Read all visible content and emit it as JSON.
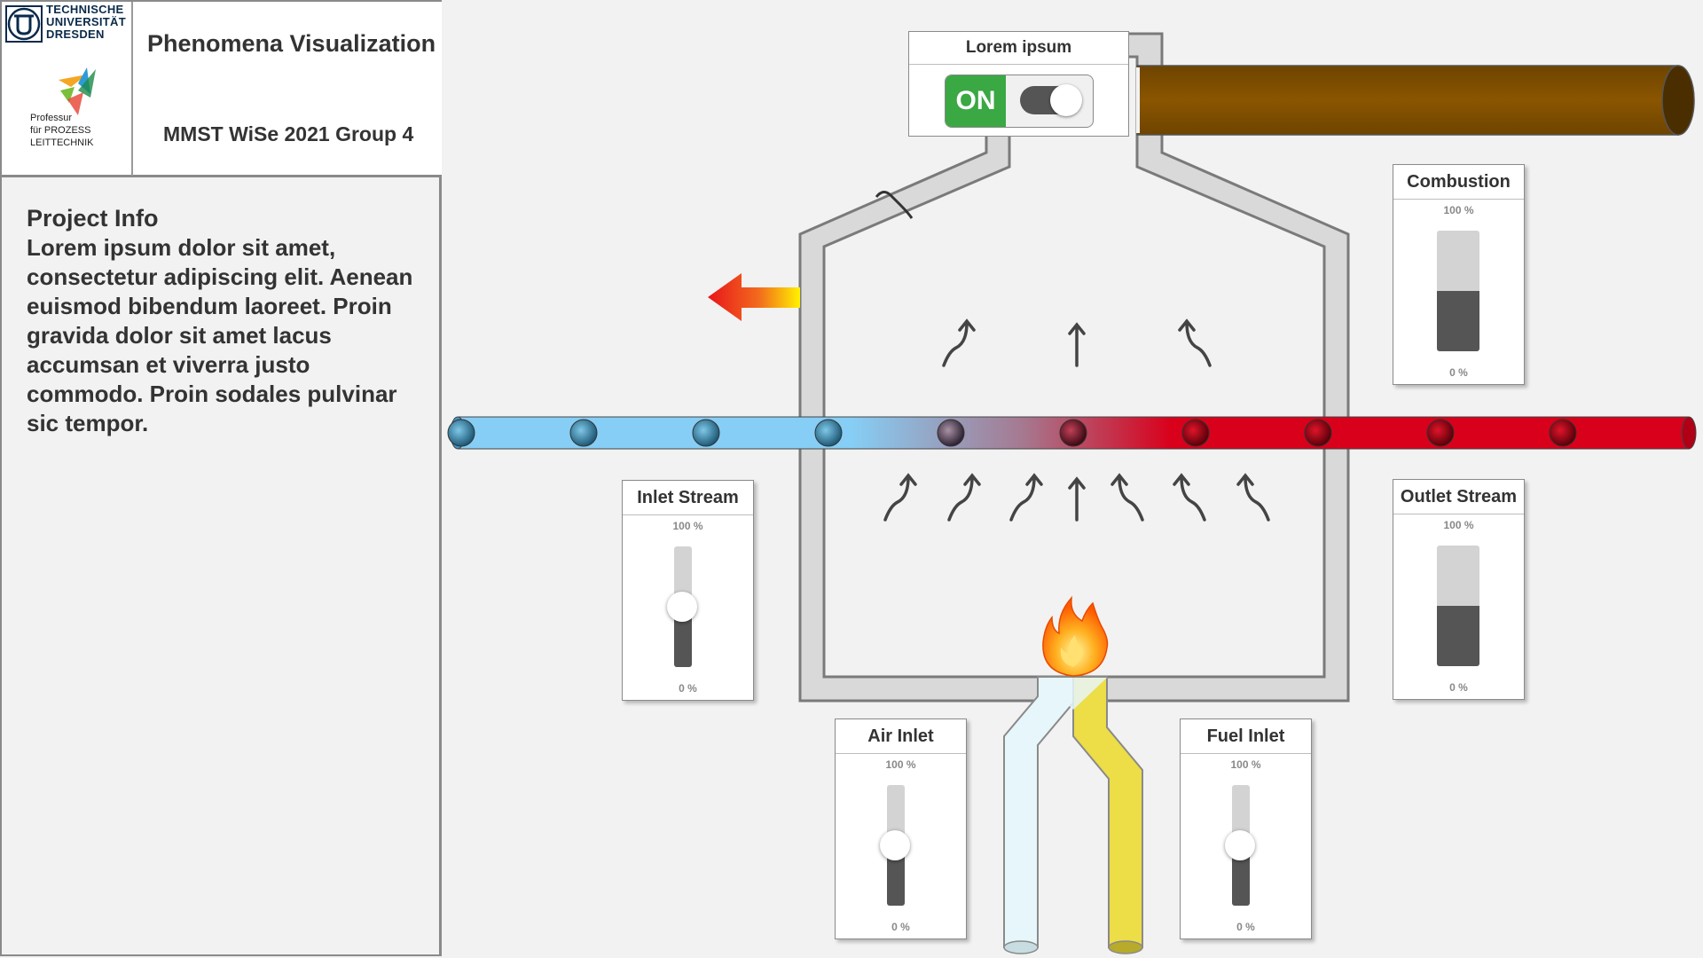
{
  "header": {
    "tud_lines": [
      "TECHNISCHE",
      "UNIVERSITÄT",
      "DRESDEN"
    ],
    "plt_lines": [
      "Professur",
      "für  PROZESS",
      "LEITTECHNIK"
    ],
    "title": "Phenomena Visualization",
    "subtitle": "MMST WiSe 2021 Group 4"
  },
  "project_info": {
    "title": "Project Info",
    "body": "Lorem ipsum dolor sit amet, consectetur adipiscing elit. Aenean euismod bibendum laoreet. Proin gravida dolor sit amet lacus accumsan et viverra justo commodo. Proin sodales pulvinar sic tempor."
  },
  "switch": {
    "title": "Lorem ipsum",
    "state_label": "ON",
    "on": true
  },
  "sliders": [
    {
      "id": "inlet",
      "title": "Inlet Stream",
      "max_label": "100 %",
      "min_label": "0 %",
      "value": 0.5
    },
    {
      "id": "air",
      "title": "Air Inlet",
      "max_label": "100 %",
      "min_label": "0 %",
      "value": 0.5
    },
    {
      "id": "fuel",
      "title": "Fuel Inlet",
      "max_label": "100 %",
      "min_label": "0 %",
      "value": 0.5
    }
  ],
  "gauges": [
    {
      "id": "combustion",
      "title": "Combustion",
      "max_label": "100 %",
      "min_label": "0 %",
      "value": 0.5
    },
    {
      "id": "outlet",
      "title": "Outlet Stream",
      "max_label": "100 %",
      "min_label": "0 %",
      "value": 0.5
    }
  ],
  "colors": {
    "cold_stream": "#86cef5",
    "hot_stream": "#d9001b",
    "exhaust_pipe": "#7f4f00",
    "air_pipe": "#e6f6fa",
    "fuel_pipe": "#eddd46",
    "furnace_wall": "#d9d9d9",
    "switch_on": "#3aa843"
  },
  "icons": [
    "tu-dresden-logo",
    "plt-logo",
    "flame-icon",
    "heat-loss-arrow-icon"
  ]
}
